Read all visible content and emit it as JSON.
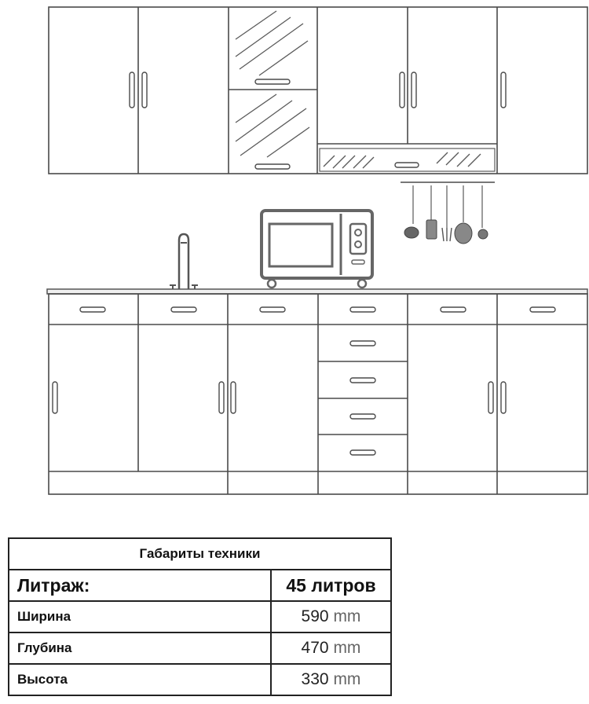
{
  "diagram": {
    "appliance_icon": "microwave-icon",
    "faucet_icon": "faucet-icon",
    "utensils_icon": "hanging-kitchen-utensils-icon"
  },
  "table": {
    "title": "Габариты техники",
    "volume_label": "Литраж:",
    "volume_value": "45 литров",
    "rows": [
      {
        "label": "Ширина",
        "value": "590",
        "unit": "mm"
      },
      {
        "label": "Глубина",
        "value": "470",
        "unit": "mm"
      },
      {
        "label": "Высота",
        "value": "330",
        "unit": "mm"
      }
    ]
  }
}
